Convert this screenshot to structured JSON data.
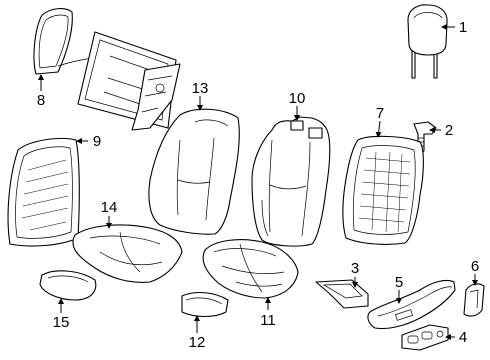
{
  "colors": {
    "stroke": "#000000",
    "background": "#ffffff"
  },
  "callouts": [
    "1",
    "2",
    "3",
    "4",
    "5",
    "6",
    "7",
    "8",
    "9",
    "10",
    "11",
    "12",
    "13",
    "14",
    "15"
  ]
}
